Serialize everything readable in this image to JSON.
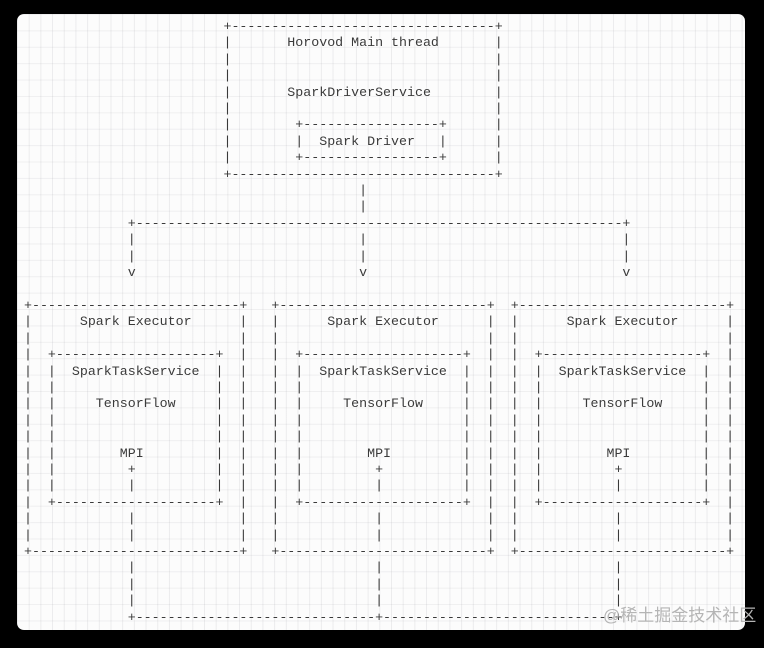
{
  "diagram": {
    "type": "ascii-architecture-diagram",
    "nodes": {
      "driver": {
        "title": "Horovod Main thread",
        "service": "SparkDriverService",
        "inner": "Spark Driver"
      },
      "executors": [
        {
          "title": "Spark Executor",
          "service": "SparkTaskService",
          "framework": "TensorFlow",
          "comm": "MPI"
        },
        {
          "title": "Spark Executor",
          "service": "SparkTaskService",
          "framework": "TensorFlow",
          "comm": "MPI"
        },
        {
          "title": "Spark Executor",
          "service": "SparkTaskService",
          "framework": "TensorFlow",
          "comm": "MPI"
        }
      ],
      "edges": [
        "Horovod Main thread -> Spark Executor 1",
        "Horovod Main thread -> Spark Executor 2",
        "Horovod Main thread -> Spark Executor 3",
        "MPI ring connecting the three executors at bottom"
      ]
    },
    "colors": {
      "ink": "#3a3a3a",
      "paper": "#fcfcfc",
      "grid": "#e8e8ea",
      "frame": "#000000",
      "watermark": "#b5b5b5"
    },
    "rows": [
      "                          +---------------------------------+",
      "                          |       Horovod Main thread       |",
      "                          |                                 |",
      "                          |                                 |",
      "                          |       SparkDriverService        |",
      "                          |                                 |",
      "                          |        +-----------------+      |",
      "                          |        |  Spark Driver   |      |",
      "                          |        +-----------------+      |",
      "                          +---------------------------------+",
      "                                           |",
      "                                           |",
      "              +-------------------------------------------------------------+",
      "              |                            |                                |",
      "              |                            |                                |",
      "              v                            v                                v",
      "",
      " +--------------------------+   +--------------------------+  +--------------------------+",
      " |      Spark Executor      |   |      Spark Executor      |  |      Spark Executor      |",
      " |                          |   |                          |  |                          |",
      " |  +--------------------+  |   |  +--------------------+  |  |  +--------------------+  |",
      " |  |  SparkTaskService  |  |   |  |  SparkTaskService  |  |  |  |  SparkTaskService  |  |",
      " |  |                    |  |   |  |                    |  |  |  |                    |  |",
      " |  |     TensorFlow     |  |   |  |     TensorFlow     |  |  |  |     TensorFlow     |  |",
      " |  |                    |  |   |  |                    |  |  |  |                    |  |",
      " |  |                    |  |   |  |                    |  |  |  |                    |  |",
      " |  |        MPI         |  |   |  |        MPI         |  |  |  |        MPI         |  |",
      " |  |         +          |  |   |  |         +          |  |  |  |         +          |  |",
      " |  |         |          |  |   |  |         |          |  |  |  |         |          |  |",
      " |  +--------------------+  |   |  +--------------------+  |  |  +--------------------+  |",
      " |            |             |   |            |             |  |            |             |",
      " |            |             |   |            |             |  |            |             |",
      " +--------------------------+   +--------------------------+  +--------------------------+",
      "              |                              |                             |",
      "              |                              |                             |",
      "              |                              |                             |",
      "              +------------------------------+-----------------------------+"
    ]
  },
  "watermark": {
    "text": "@稀土掘金技术社区"
  }
}
